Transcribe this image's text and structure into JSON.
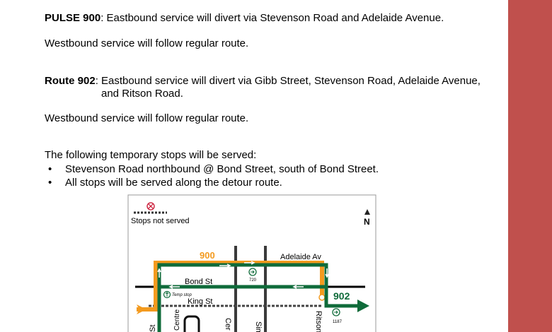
{
  "notices": [
    {
      "route": "PULSE 900",
      "text": ": Eastbound service will divert via Stevenson Road and Adelaide Avenue."
    },
    {
      "text": "Westbound service will follow regular route."
    },
    {
      "route": "Route 902",
      "text": ": Eastbound service will divert via Gibb Street, Stevenson Road, Adelaide Avenue,",
      "text2": "and Ritson Road."
    },
    {
      "text": "Westbound service will follow regular route."
    }
  ],
  "temp_stops": {
    "intro": "The following temporary stops will be served:",
    "items": [
      "Stevenson Road northbound @ Bond Street, south of Bond Street.",
      "All stops will be served along the detour route."
    ]
  },
  "map": {
    "legend": "Stops not served",
    "north": "N",
    "route_900": "900",
    "route_902": "902",
    "streets": {
      "adelaide": "Adelaide Av",
      "bond": "Bond St",
      "king": "King St",
      "st": "St",
      "centre": "Centre",
      "cer": "Cer",
      "sim": "Sim",
      "ritson": "Ritson"
    },
    "temp_stop": "Temp stop",
    "stop_720": "720",
    "stop_1187": "1187",
    "colors": {
      "route_900": "#f39a1e",
      "route_902": "#0f6b3a",
      "not_served": "#c8102e",
      "sidebar": "#c0504d"
    }
  }
}
